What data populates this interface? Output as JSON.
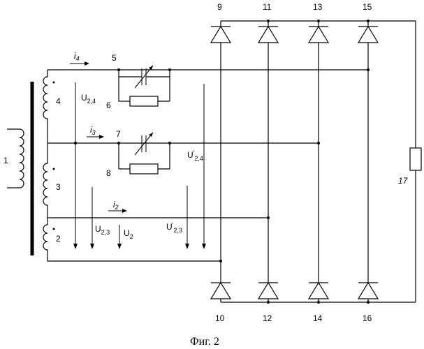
{
  "figure": {
    "caption": "Фиг. 2",
    "labels": {
      "n1": "1",
      "n2": "2",
      "n3": "3",
      "n4": "4",
      "n5": "5",
      "n6": "6",
      "n7": "7",
      "n8": "8",
      "n9": "9",
      "n10": "10",
      "n11": "11",
      "n12": "12",
      "n13": "13",
      "n14": "14",
      "n15": "15",
      "n16": "16",
      "n17": "17"
    },
    "currents": {
      "i4": "4",
      "i3": "3",
      "i2": "2"
    },
    "voltages": {
      "u24": "2,4",
      "u24p": "2,4",
      "u23": "2,3",
      "u2": "2",
      "u23p": "2,3"
    }
  }
}
